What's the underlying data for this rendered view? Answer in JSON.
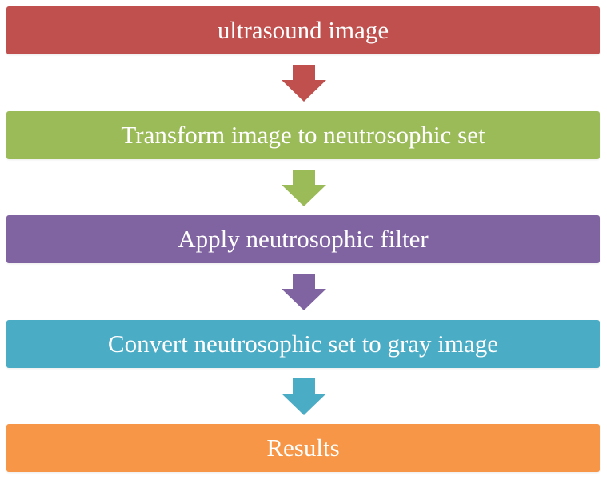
{
  "flowchart": {
    "steps": [
      {
        "label": "ultrasound image",
        "color": "#C0504D"
      },
      {
        "label": "Transform image to neutrosophic set",
        "color": "#9BBB59"
      },
      {
        "label": "Apply neutrosophic filter",
        "color": "#8064A2"
      },
      {
        "label": "Convert neutrosophic set to gray image",
        "color": "#4BACC6"
      },
      {
        "label": "Results",
        "color": "#F79646"
      }
    ],
    "arrows": [
      {
        "from": 0,
        "to": 1,
        "color": "#C0504D"
      },
      {
        "from": 1,
        "to": 2,
        "color": "#9BBB59"
      },
      {
        "from": 2,
        "to": 3,
        "color": "#8064A2"
      },
      {
        "from": 3,
        "to": 4,
        "color": "#4BACC6"
      }
    ]
  }
}
